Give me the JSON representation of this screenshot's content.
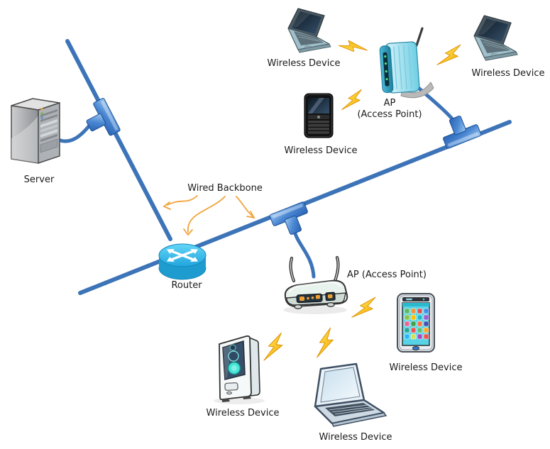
{
  "diagram_type": "wireless-network-topology",
  "colors": {
    "background": "#FFFFFF",
    "backbone_line": "#3D74B8",
    "connector_blue": "#2A63B4",
    "bolt_yellow": "#FFDE3C",
    "bolt_orange": "#F2A407",
    "arrow_orange": "#F2A33C",
    "router_cyan": "#2FB4E4",
    "ap_teal": "#5BC6DD",
    "label_text": "#1B1B1B"
  },
  "nodes": {
    "server": {
      "label": "Server",
      "icon": "server-tower-icon"
    },
    "router": {
      "label": "Router",
      "icon": "router-icon"
    },
    "backbone": {
      "label": "Wired Backbone"
    },
    "ap1": {
      "label_line1": "AP",
      "label_line2": "(Access Point)",
      "icon": "access-point-modem-icon"
    },
    "ap2": {
      "label": "AP (Access Point)",
      "icon": "access-point-router-icon"
    },
    "wd_laptop_top_left": {
      "label": "Wireless Device",
      "icon": "laptop-icon"
    },
    "wd_laptop_top_right": {
      "label": "Wireless Device",
      "icon": "laptop-icon"
    },
    "wd_phone": {
      "label": "Wireless Device",
      "icon": "smartphone-icon"
    },
    "wd_tablet": {
      "label": "Wireless Device",
      "icon": "tablet-icon"
    },
    "wd_tower": {
      "label": "Wireless Device",
      "icon": "desktop-tower-icon"
    },
    "wd_laptop_bottom": {
      "label": "Wireless Device",
      "icon": "laptop-icon"
    }
  }
}
